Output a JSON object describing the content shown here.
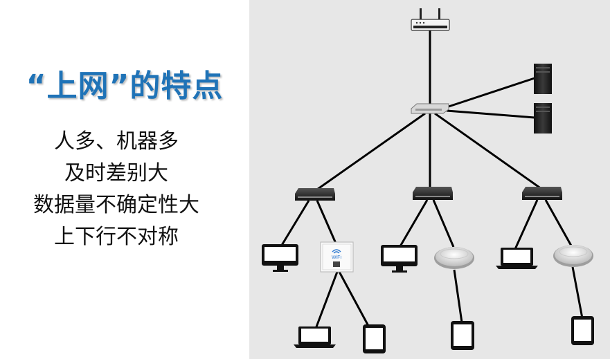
{
  "title": "“上网”的特点",
  "points": [
    "人多、机器多",
    "及时差别大",
    "数据量不确定性大",
    "上下行不对称"
  ],
  "router_label": "WiFi",
  "colors": {
    "title": "#1f73b7",
    "panel_bg": "#e7e7e7"
  }
}
